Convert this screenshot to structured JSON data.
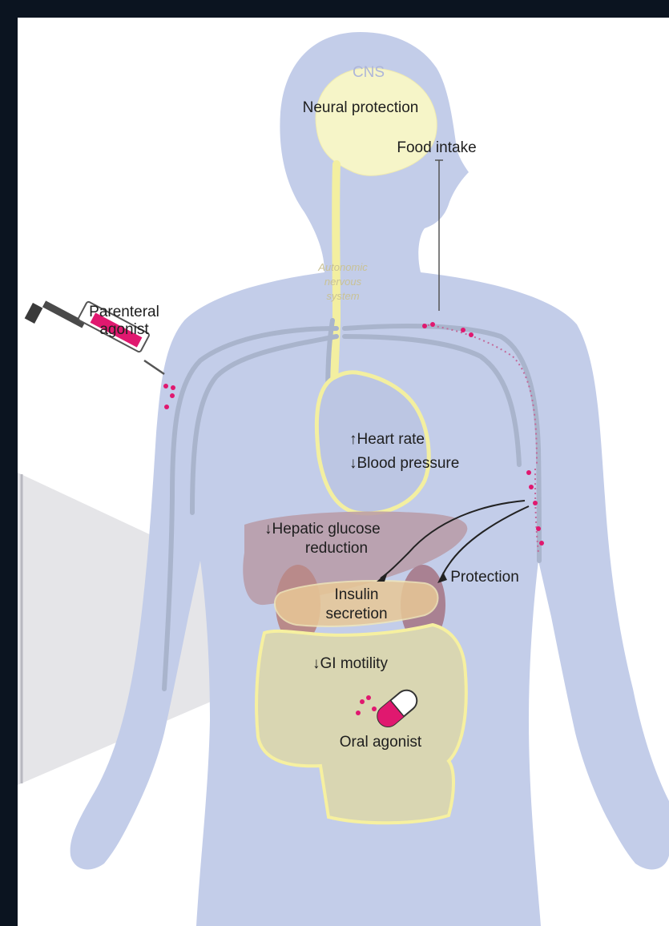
{
  "labels": {
    "cns": "CNS",
    "neural_protection": "Neural protection",
    "food_intake": "Food intake",
    "autonomic_line1": "Autonomic",
    "autonomic_line2": "nervous",
    "autonomic_line3": "system",
    "parenteral_line1": "Parenteral",
    "parenteral_line2": "agonist",
    "heart_rate": "↑Heart rate",
    "blood_pressure": "↓Blood pressure",
    "hepatic_line1": "↓Hepatic glucose",
    "hepatic_line2": "reduction",
    "protection": "Protection",
    "insulin_line1": "Insulin",
    "insulin_line2": "secretion",
    "gi_motility": "↓GI motility",
    "oral_agonist": "Oral agonist"
  },
  "colors": {
    "background": "#0b1420",
    "panel": "#ffffff",
    "body": "#c3cde9",
    "nervous": "#f3efa0",
    "liver": "#b99aa6",
    "kidney": "#b98a8a",
    "pancreas": "#e8c896",
    "gut": "#d9d6b2",
    "agonist": "#e0186f"
  }
}
